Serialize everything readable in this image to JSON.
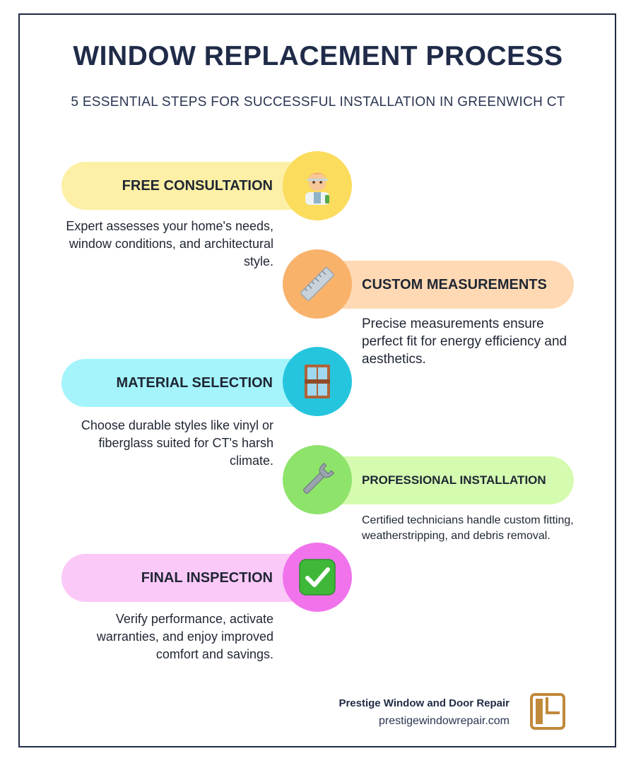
{
  "header": {
    "title": "WINDOW REPLACEMENT PROCESS",
    "subtitle": "5 ESSENTIAL STEPS FOR SUCCESSFUL INSTALLATION IN GREENWICH CT"
  },
  "steps": [
    {
      "title": "FREE CONSULTATION",
      "description": "Expert assesses your home's needs, window conditions, and architectural style.",
      "icon": "consultant-icon",
      "pill_color": "#fdf0a6",
      "circle_color": "#fbdc5c"
    },
    {
      "title": "CUSTOM MEASUREMENTS",
      "description": "Precise measurements ensure perfect fit for energy efficiency and aesthetics.",
      "icon": "ruler-icon",
      "pill_color": "#fed9b3",
      "circle_color": "#f8b26a"
    },
    {
      "title": "MATERIAL SELECTION",
      "description": "Choose durable styles like vinyl or fiberglass suited for CT's harsh climate.",
      "icon": "window-icon",
      "pill_color": "#a5f4fb",
      "circle_color": "#25c6dd"
    },
    {
      "title": "PROFESSIONAL INSTALLATION",
      "description": "Certified technicians handle custom fitting, weatherstripping, and debris removal.",
      "icon": "wrench-icon",
      "pill_color": "#d4fbb0",
      "circle_color": "#8ee36a"
    },
    {
      "title": "FINAL INSPECTION",
      "description": "Verify performance, activate warranties, and enjoy improved comfort and savings.",
      "icon": "checkmark-icon",
      "pill_color": "#fbc9f8",
      "circle_color": "#f173ec"
    }
  ],
  "footer": {
    "company": "Prestige Window and Door Repair",
    "url": "prestigewindowrepair.com",
    "logo_color": "#c0893b"
  }
}
